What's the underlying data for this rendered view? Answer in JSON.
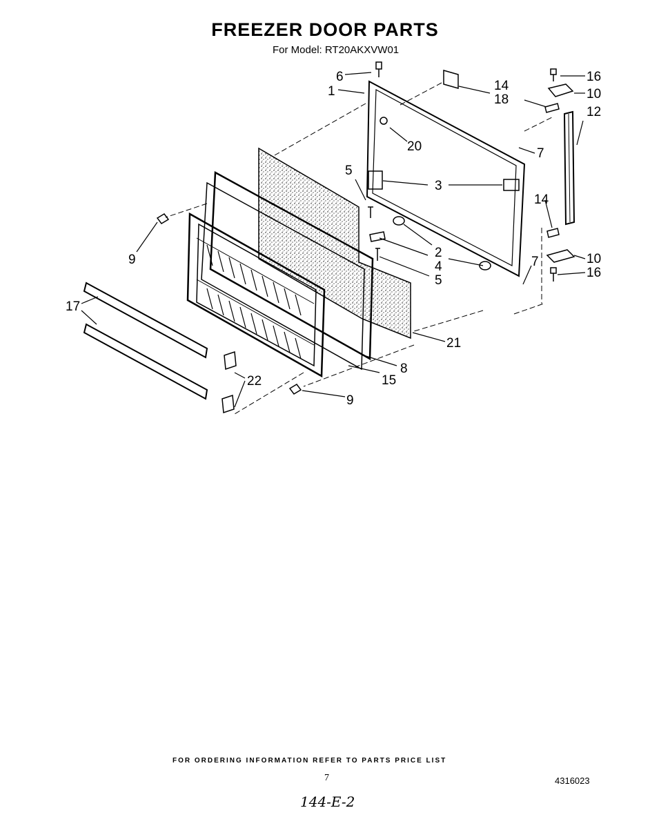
{
  "header": {
    "title": "FREEZER DOOR PARTS",
    "model_line": "For Model: RT20AKXVW01"
  },
  "callouts": {
    "c1": "1",
    "c2": "2",
    "c3": "3",
    "c4": "4",
    "c5a": "5",
    "c5b": "5",
    "c6": "6",
    "c7a": "7",
    "c7b": "7",
    "c8": "8",
    "c9a": "9",
    "c9b": "9",
    "c10a": "10",
    "c10b": "10",
    "c12": "12",
    "c14a": "14",
    "c14b": "14",
    "c15": "15",
    "c16a": "16",
    "c16b": "16",
    "c17": "17",
    "c18": "18",
    "c20": "20",
    "c21": "21",
    "c22": "22"
  },
  "footer": {
    "ordering_note": "FOR ORDERING INFORMATION REFER TO PARTS PRICE LIST",
    "page_number": "7",
    "document_number": "4316023",
    "handwritten_note": "144-E-2"
  }
}
